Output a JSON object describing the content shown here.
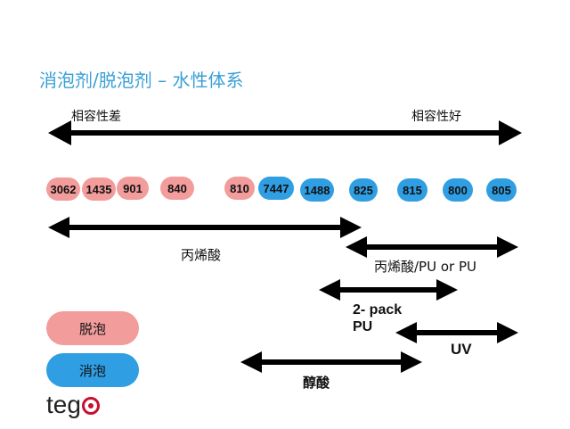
{
  "title": "消泡剂/脱泡剂 – 水性体系",
  "compat_poor": "相容性差",
  "compat_good": "相容性好",
  "products": [
    {
      "code": "3062",
      "type": "defoam"
    },
    {
      "code": "1435",
      "type": "defoam"
    },
    {
      "code": "901",
      "type": "defoam"
    },
    {
      "code": "840",
      "type": "defoam"
    },
    {
      "code": "810",
      "type": "defoam"
    },
    {
      "code": "7447",
      "type": "antifoam"
    },
    {
      "code": "1488",
      "type": "antifoam"
    },
    {
      "code": "825",
      "type": "antifoam"
    },
    {
      "code": "815",
      "type": "antifoam"
    },
    {
      "code": "800",
      "type": "antifoam"
    },
    {
      "code": "805",
      "type": "antifoam"
    }
  ],
  "systems": {
    "acrylic": "丙烯酸",
    "acrylic_pu": "丙烯酸/PU or PU",
    "two_pack_line1": "2- pack",
    "two_pack_line2": "PU",
    "uv": "UV",
    "alkyd": "醇酸"
  },
  "legend": {
    "defoam": "脱泡",
    "antifoam": "消泡"
  },
  "colors": {
    "defoam": "#f29c9c",
    "antifoam": "#2f9ee3",
    "title": "#3a9fd6"
  },
  "logo": {
    "pre": "teg",
    "post": ""
  }
}
